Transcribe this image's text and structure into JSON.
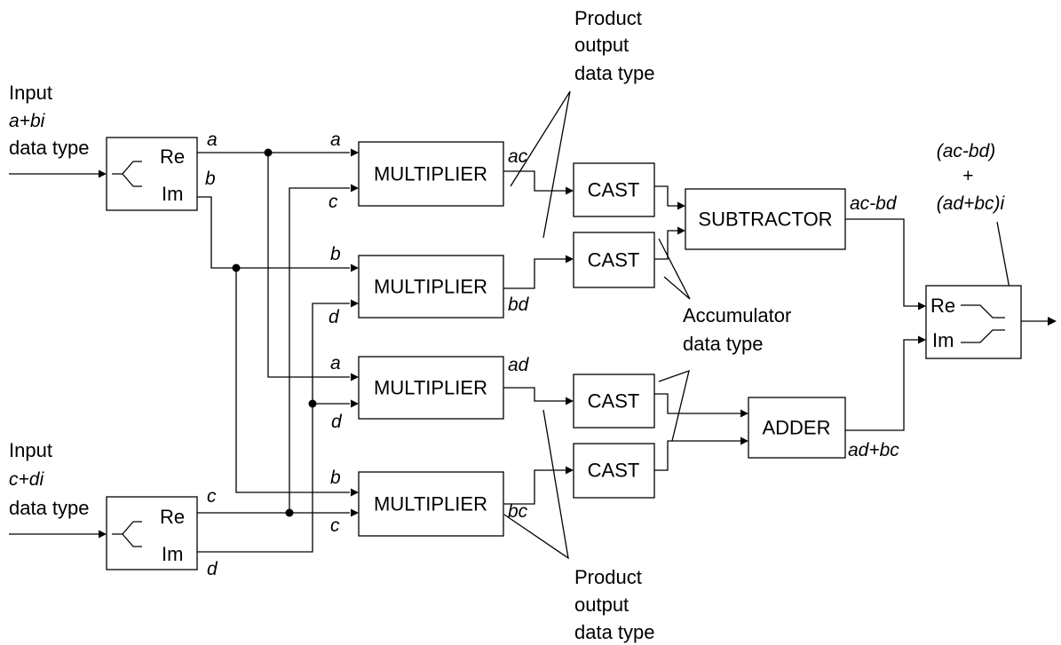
{
  "inputs": {
    "ab": {
      "title": "Input",
      "expr": "a+bi",
      "type": "data type"
    },
    "cd": {
      "title": "Input",
      "expr": "c+di",
      "type": "data type"
    }
  },
  "ports": {
    "re": "Re",
    "im": "Im"
  },
  "blocks": {
    "multiplier": "MULTIPLIER",
    "cast": "CAST",
    "subtractor": "SUBTRACTOR",
    "adder": "ADDER"
  },
  "signals": {
    "a": "a",
    "b": "b",
    "c": "c",
    "d": "d",
    "ac": "ac",
    "bd": "bd",
    "ad": "ad",
    "bc": "bc",
    "ac_bd": "ac-bd",
    "ad_bc": "ad+bc"
  },
  "output": {
    "line1": "(ac-bd)",
    "line2": "+",
    "line3": "(ad+bc)i"
  },
  "annotations": {
    "product_top": [
      "Product",
      "output",
      "data type"
    ],
    "product_bottom": [
      "Product",
      "output",
      "data type"
    ],
    "accumulator": [
      "Accumulator",
      "data type"
    ]
  }
}
